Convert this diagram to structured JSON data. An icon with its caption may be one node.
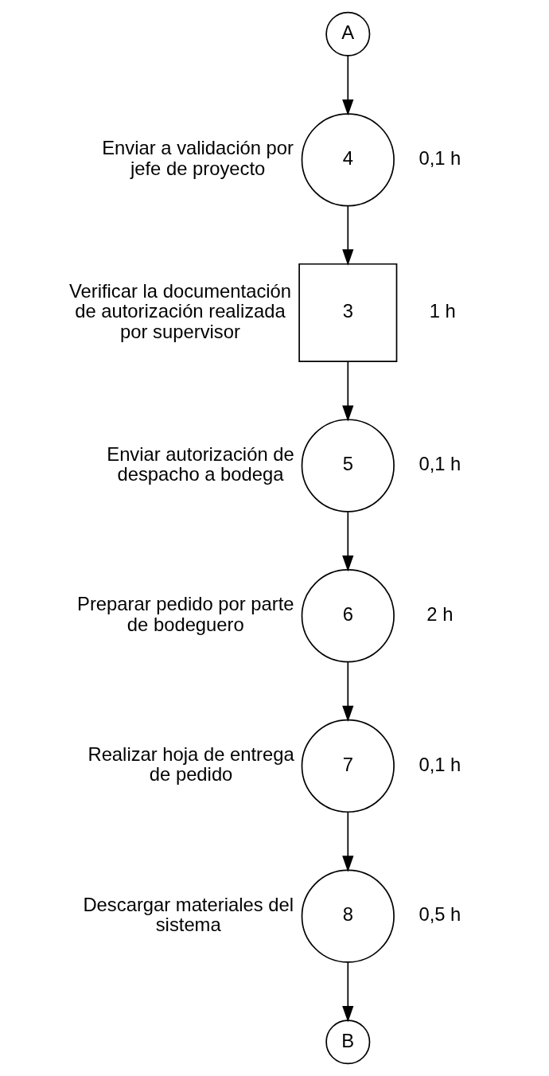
{
  "diagram": {
    "nodes": [
      {
        "text": [
          "A"
        ]
      },
      {
        "text": [
          "4"
        ],
        "beside": [
          "Enviar a validación por jefe de proyecto",
          "0,1 h"
        ]
      },
      {
        "text": [
          "3"
        ],
        "beside": [
          "Verificar la documentación de autorización realizada por supervisor",
          "1 h"
        ]
      },
      {
        "text": [
          "5"
        ],
        "beside": [
          "Enviar autorización de despacho a bodega",
          "0,1 h"
        ]
      },
      {
        "text": [
          "6"
        ],
        "beside": [
          "Preparar pedido por parte de bodeguero",
          "2 h"
        ]
      },
      {
        "text": [
          "7"
        ],
        "beside": [
          "Realizar hoja de entrega de pedido",
          "0,1 h"
        ]
      },
      {
        "text": [
          "8"
        ],
        "beside": [
          "Descargar materiales del sistema",
          "0,5 h"
        ]
      },
      {
        "text": [
          "B"
        ]
      }
    ],
    "edges": [
      {
        "from": 0,
        "to": 1,
        "arrow": "to"
      },
      {
        "from": 1,
        "to": 2,
        "arrow": "to"
      },
      {
        "from": 2,
        "to": 3,
        "arrow": "to"
      },
      {
        "from": 3,
        "to": 4,
        "arrow": "to"
      },
      {
        "from": 4,
        "to": 5,
        "arrow": "to"
      },
      {
        "from": 5,
        "to": 6,
        "arrow": "to"
      },
      {
        "from": 6,
        "to": 7,
        "arrow": "to"
      }
    ]
  }
}
